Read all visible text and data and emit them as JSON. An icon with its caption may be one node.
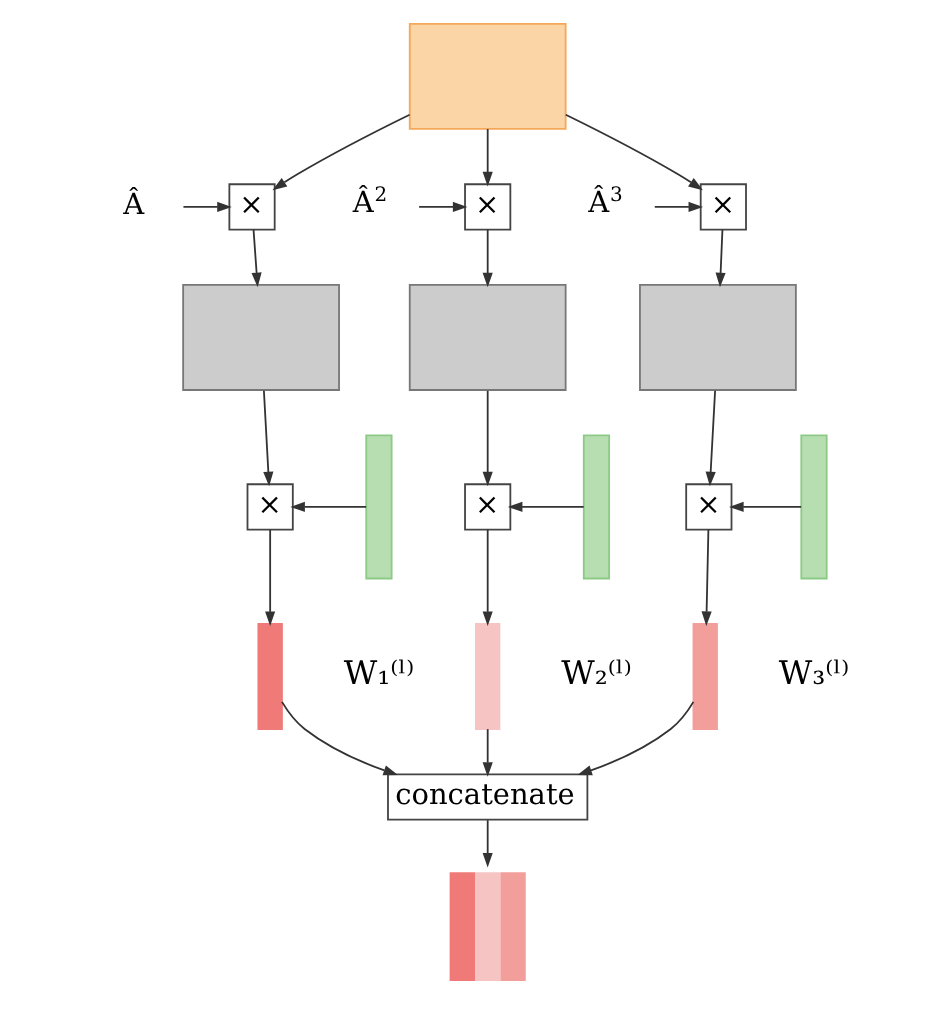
{
  "diagram": {
    "nodes": [
      {
        "text": [],
        "shape": "box"
      },
      {
        "text": [
          "Â"
        ]
      },
      {
        "text": [
          "×"
        ]
      },
      {
        "text": [
          "Â$^{2}$"
        ]
      },
      {
        "text": [
          "×"
        ]
      },
      {
        "text": [
          "Â$^{3}$"
        ]
      },
      {
        "text": [
          "×"
        ]
      },
      {
        "text": [],
        "shape": "box"
      },
      {
        "text": [],
        "shape": "box"
      },
      {
        "text": [],
        "shape": "box"
      },
      {
        "text": [
          "×"
        ]
      },
      {
        "text": [],
        "shape": "bar"
      },
      {
        "text": [
          "×"
        ]
      },
      {
        "text": [],
        "shape": "bar"
      },
      {
        "text": [
          "×"
        ]
      },
      {
        "text": [],
        "shape": "bar"
      },
      {
        "text": [],
        "shape": "bar"
      },
      {
        "text": [],
        "shape": "bar"
      },
      {
        "text": [],
        "shape": "bar"
      },
      {
        "text": [
          "concatenate"
        ]
      },
      {
        "text": [],
        "shape": "bar"
      }
    ],
    "edges": [
      {
        "from": 0,
        "to": 2,
        "arrow": "to"
      },
      {
        "from": 0,
        "to": 4,
        "arrow": "to"
      },
      {
        "from": 0,
        "to": 6,
        "arrow": "to"
      },
      {
        "from": 1,
        "to": 2,
        "arrow": "to"
      },
      {
        "from": 3,
        "to": 4,
        "arrow": "to"
      },
      {
        "from": 5,
        "to": 6,
        "arrow": "to"
      },
      {
        "from": 2,
        "to": 7,
        "arrow": "to"
      },
      {
        "from": 4,
        "to": 8,
        "arrow": "to"
      },
      {
        "from": 6,
        "to": 9,
        "arrow": "to"
      },
      {
        "from": 7,
        "to": 10,
        "arrow": "to"
      },
      {
        "from": 8,
        "to": 12,
        "arrow": "to"
      },
      {
        "from": 9,
        "to": 14,
        "arrow": "to"
      },
      {
        "from": 11,
        "to": 10,
        "arrow": "to"
      },
      {
        "from": 13,
        "to": 12,
        "arrow": "to"
      },
      {
        "from": 15,
        "to": 14,
        "arrow": "to"
      },
      {
        "from": 10,
        "to": 16,
        "arrow": "to"
      },
      {
        "from": 12,
        "to": 17,
        "arrow": "to"
      },
      {
        "from": 14,
        "to": 18,
        "arrow": "to"
      },
      {
        "from": 16,
        "to": 19,
        "arrow": "to"
      },
      {
        "from": 17,
        "to": 19,
        "arrow": "to"
      },
      {
        "from": 18,
        "to": 19,
        "arrow": "to"
      },
      {
        "from": 19,
        "to": 20,
        "arrow": "to"
      }
    ],
    "labels": [
      "W₁⁽ˡ⁾",
      "W₂⁽ˡ⁾",
      "W₃⁽ˡ⁾"
    ]
  }
}
